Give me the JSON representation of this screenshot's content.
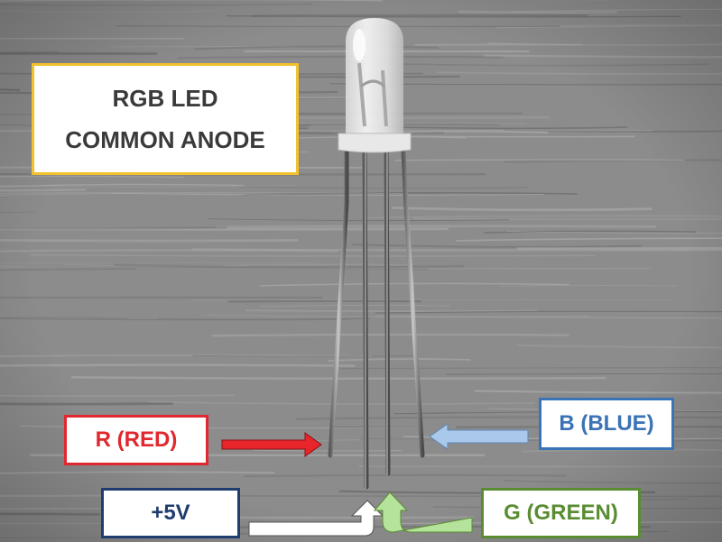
{
  "title": {
    "line1": "RGB LED",
    "line2": "COMMON ANODE"
  },
  "pins": {
    "red": {
      "label": "R (RED)",
      "color": "#e0282e"
    },
    "blue": {
      "label": "B (BLUE)",
      "color": "#3a73b6"
    },
    "power": {
      "label": "+5V",
      "color": "#1f3d6e"
    },
    "green": {
      "label": "G (GREEN)",
      "color": "#5a8d32"
    }
  },
  "colors": {
    "title_border": "#f2c12e",
    "title_text": "#3a3a3a",
    "red_arrow": "#e8252b",
    "blue_arrow": "#a9c8ea",
    "green_arrow": "#b6e39c",
    "power_arrow": "#ffffff",
    "background": "#8a8a8a"
  }
}
